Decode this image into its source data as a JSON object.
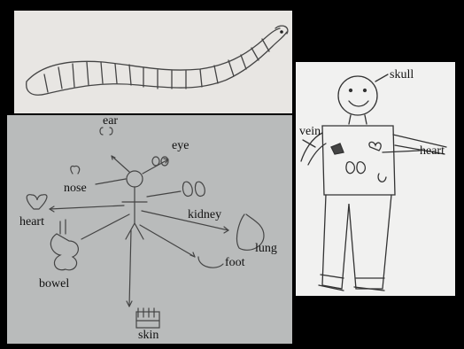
{
  "panels": {
    "worm": {
      "labels": []
    },
    "body": {
      "labels": {
        "ear": "ear",
        "eye": "eye",
        "nose": "nose",
        "kidney": "kidney",
        "heart": "heart",
        "lung": "lung",
        "foot": "foot",
        "bowel": "bowel",
        "skin": "skin"
      }
    },
    "kid": {
      "labels": {
        "skull": "skull",
        "vein": "vein",
        "heart": "heart"
      }
    }
  },
  "colors": {
    "background": "#000000",
    "worm_paper": "#e8e6e3",
    "body_paper": "#b9bbbb",
    "kid_paper": "#f1f1f0",
    "pencil": "#333333"
  }
}
